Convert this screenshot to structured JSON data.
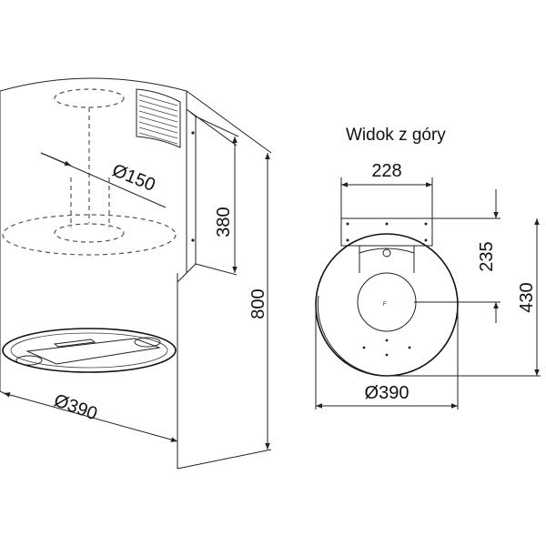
{
  "side_view": {
    "dim_diameter_duct": "Ø150",
    "dim_height_duct": "380",
    "dim_height_total": "800",
    "dim_diameter_body": "Ø390"
  },
  "top_view": {
    "title": "Widok z góry",
    "dim_width_bracket": "228",
    "dim_depth_bracket": "235",
    "dim_depth_total": "430",
    "dim_diameter_body": "Ø390"
  }
}
